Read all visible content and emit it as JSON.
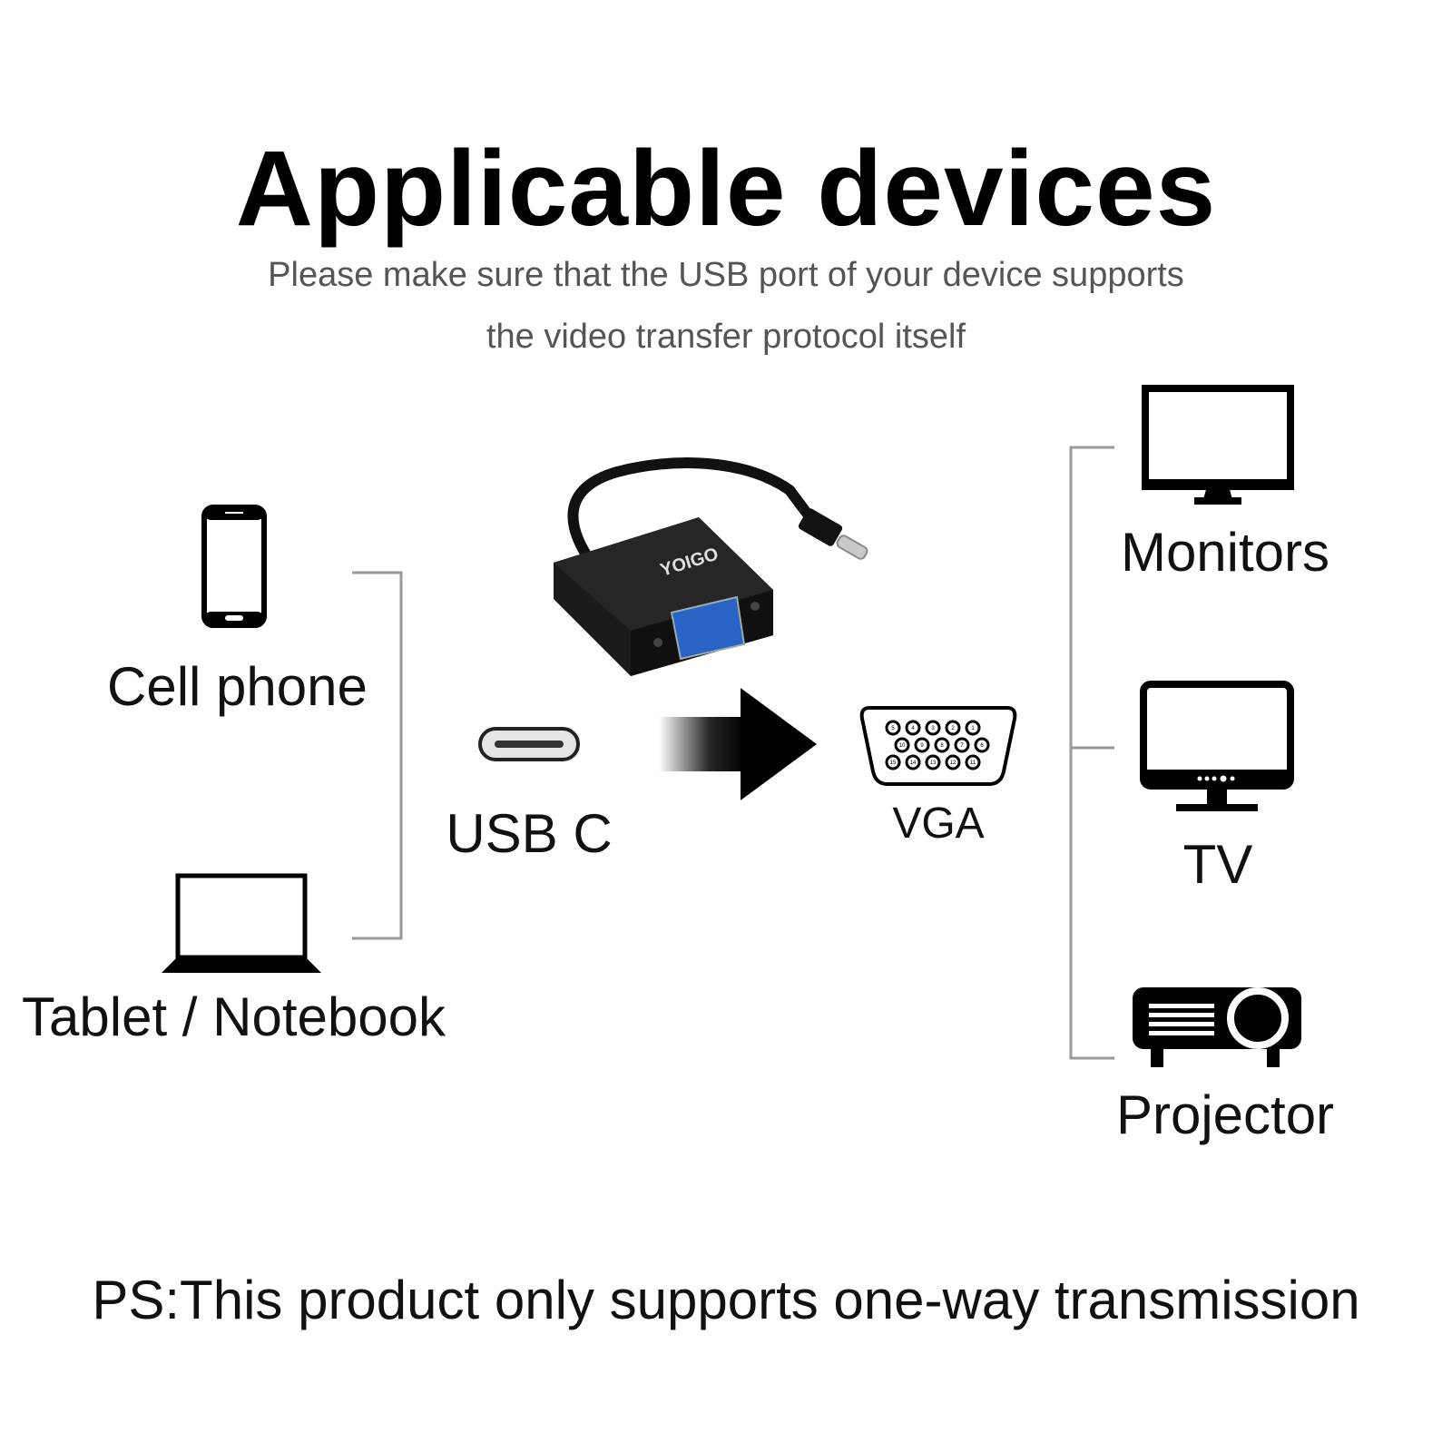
{
  "heading": {
    "title": "Applicable devices",
    "subtitle_line1": "Please make sure that the USB port of your device supports",
    "subtitle_line2": "the video transfer protocol itself"
  },
  "source_devices": [
    {
      "label": "Cell phone",
      "icon": "cell-phone-icon"
    },
    {
      "label": "Tablet / Notebook",
      "icon": "laptop-icon"
    }
  ],
  "adapter": {
    "brand": "YOIGO",
    "input_port": "USB C",
    "output_port": "VGA",
    "input_icon": "usb-c-port-icon",
    "output_icon": "vga-port-icon",
    "arrow_icon": "arrow-right-icon",
    "vga_pins": {
      "row1": [
        "5",
        "4",
        "3",
        "2",
        "1"
      ],
      "row2": [
        "10",
        "9",
        "8",
        "7",
        "6"
      ],
      "row3": [
        "15",
        "14",
        "13",
        "12",
        "11"
      ]
    }
  },
  "target_devices": [
    {
      "label": "Monitors",
      "icon": "monitor-icon"
    },
    {
      "label": "TV",
      "icon": "tv-icon"
    },
    {
      "label": "Projector",
      "icon": "projector-icon"
    }
  ],
  "footnote": "PS:This product only supports one-way transmission",
  "colors": {
    "text": "#111111",
    "subtitle": "#555555",
    "bracket": "#9a9a9a",
    "icon": "#000000",
    "vga_blue": "#2a63c6"
  }
}
